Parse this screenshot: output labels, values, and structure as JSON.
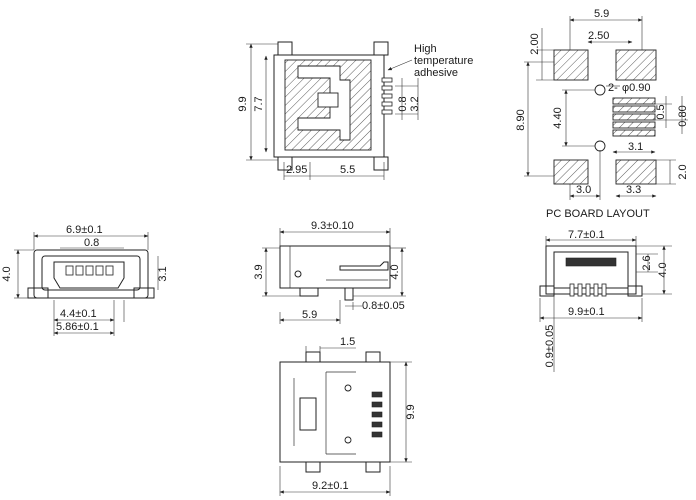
{
  "views": {
    "top": {
      "dims": {
        "height_overall": "9.9",
        "height_inner": "7.7",
        "pin_pitch": "0.8",
        "pin_span": "3.2",
        "left_offset": "2.95",
        "right_offset": "5.5"
      },
      "note": {
        "line1": "High",
        "line2": "temperature",
        "line3": "adhesive"
      }
    },
    "pcb": {
      "title": "PC BOARD LAYOUT",
      "dims": {
        "width_top": "5.9",
        "pad_height": "2.00",
        "inner_width": "2.50",
        "hole_spec": "2-",
        "hole_dia": "φ0.90",
        "height_overall": "8.90",
        "height_inner": "4.40",
        "pin_pitch": "0.5",
        "pin_width": "0.80",
        "pin_field_width": "3.1",
        "bottom_left": "3.0",
        "bottom_right": "3.3",
        "bottom_pad_height": "2.0"
      }
    },
    "front": {
      "dims": {
        "width_outer": "6.9±0.1",
        "opening": "0.8",
        "height": "4.0",
        "inner_height": "3.1",
        "inner_width": "4.4±0.1",
        "overall_width": "5.86±0.1"
      }
    },
    "side": {
      "dims": {
        "length": "9.3±0.10",
        "height_left": "3.9",
        "height_right": "4.0",
        "tab_offset": "5.9",
        "pin_thickness": "0.8±0.05"
      }
    },
    "rear": {
      "dims": {
        "width_top": "7.7±0.1",
        "height_a": "2.6",
        "height_b": "4.0",
        "width_bottom": "9.9±0.1",
        "tab_thickness": "0.9±0.05"
      }
    },
    "bottom": {
      "dims": {
        "offset": "1.5",
        "height": "9.9",
        "width": "9.2±0.1"
      }
    }
  }
}
